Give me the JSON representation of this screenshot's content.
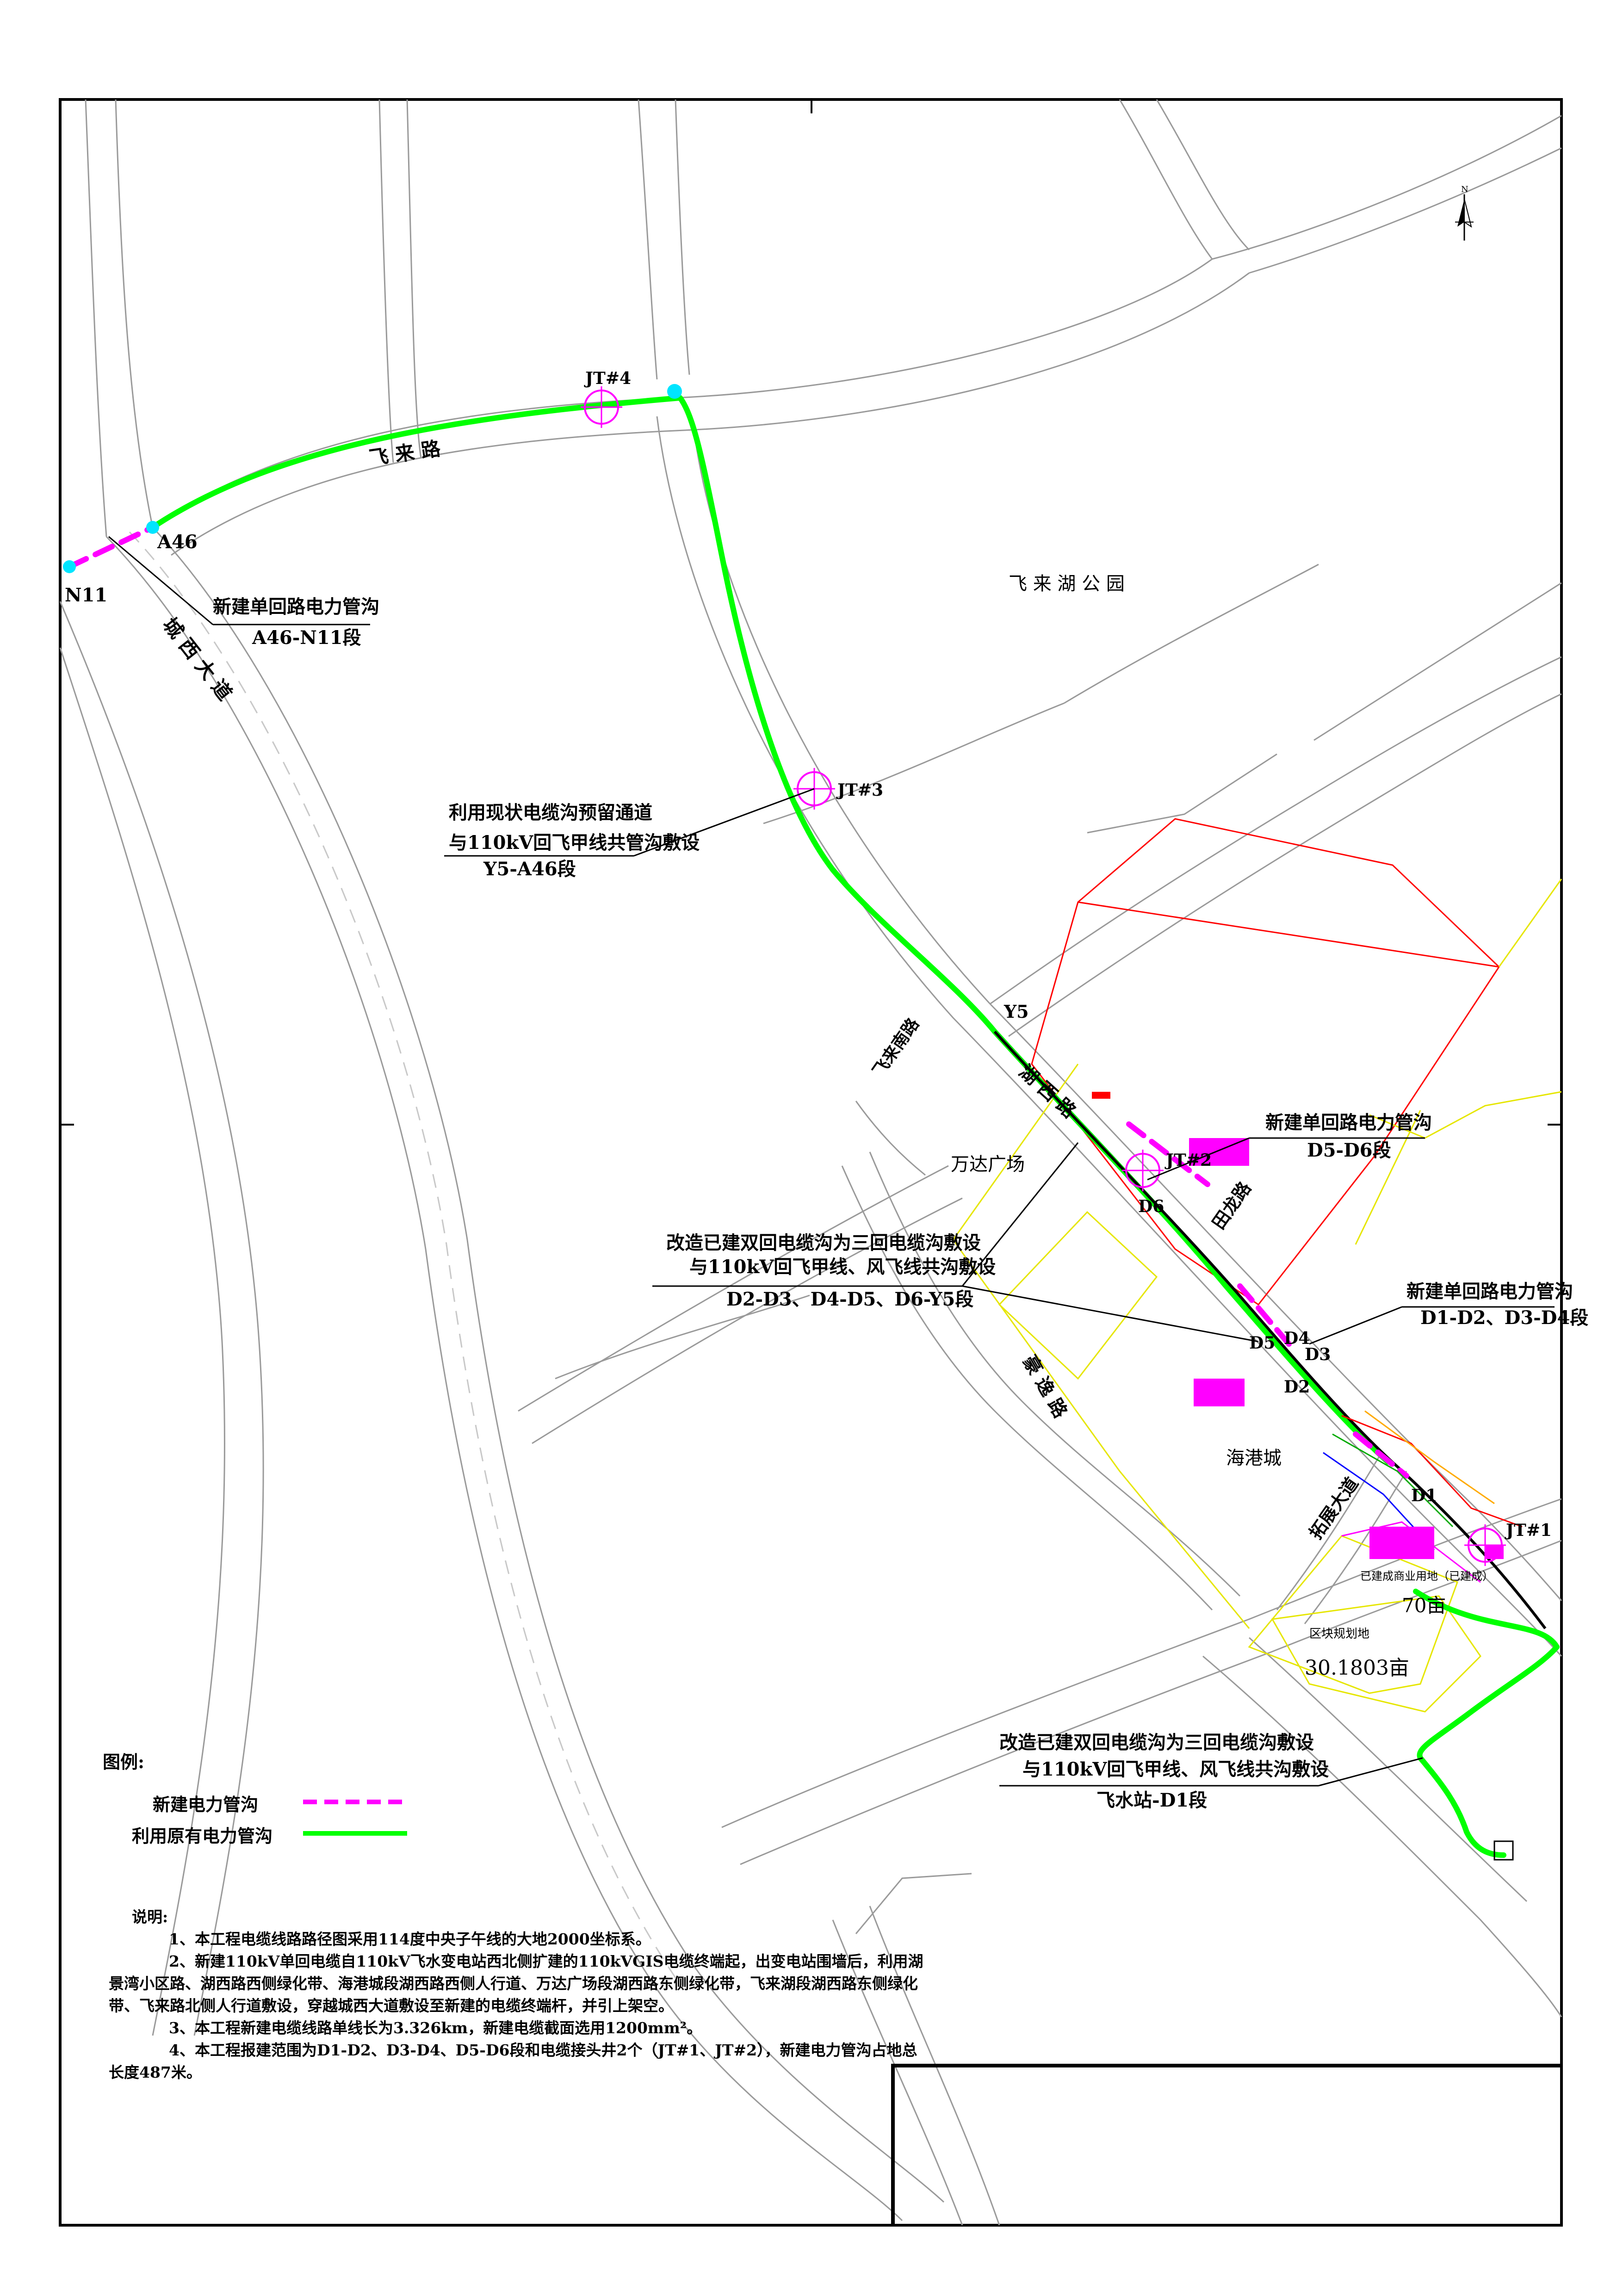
{
  "map": {
    "places": {
      "feilai_road": "飞 来 路",
      "chengxi_avenue": "城 西 大 道",
      "feilai_lake_park": "飞 来 湖 公 园",
      "feilai_south_road": "飞来南路",
      "huxi_road": "湖 西 路",
      "tianlong_road": "田龙路",
      "haoyi_road": "豪 逸 路",
      "tuozhan_avenue": "拓展大道",
      "wanda_plaza": "万达广场",
      "haigang_city": "海港城",
      "plot_70mu": "70亩",
      "plot_land_label": "区块规划地",
      "plot_30mu": "30.1803亩",
      "plot_yellow_label": "已建成商业用地（已建成）"
    },
    "nodes": {
      "n11": "N11",
      "a46": "A46",
      "jt4": "JT#4",
      "jt3": "JT#3",
      "y5": "Y5",
      "jt2": "JT#2",
      "d6": "D6",
      "d5": "D5",
      "d4": "D4",
      "d3": "D3",
      "d2": "D2",
      "d1": "D1",
      "jt1": "JT#1"
    },
    "callouts": {
      "c1_line1": "新建单回路电力管沟",
      "c1_line2": "A46-N11段",
      "c2_line1": "利用现状电缆沟预留通道",
      "c2_line2": "与110kV回飞甲线共管沟敷设",
      "c2_line3": "Y5-A46段",
      "c3_line1": "新建单回路电力管沟",
      "c3_line2": "D5-D6段",
      "c4_line1": "改造已建双回电缆沟为三回电缆沟敷设",
      "c4_line2": "与110kV回飞甲线、风飞线共沟敷设",
      "c4_line3": "D2-D3、D4-D5、D6-Y5段",
      "c5_line1": "新建单回路电力管沟",
      "c5_line2": "D1-D2、D3-D4段",
      "c6_line1": "改造已建双回电缆沟为三回电缆沟敷设",
      "c6_line2": "与110kV回飞甲线、风飞线共沟敷设",
      "c6_line3": "飞水站-D1段"
    },
    "north_arrow": "N",
    "colors": {
      "new_duct": "#ff00ff",
      "existing_duct": "#00ff00",
      "road": "#8c8c8c",
      "plot_red": "#ff0000",
      "plot_yellow": "#e6e600",
      "node": "#00e5ff"
    }
  },
  "legend": {
    "title": "图例:",
    "new_duct": "新建电力管沟",
    "existing_duct": "利用原有电力管沟"
  },
  "notes": {
    "title": "说明:",
    "n1": "1、本工程电缆线路路径图采用114度中央子午线的大地2000坐标系。",
    "n2": "2、新建110kV单回电缆自110kV飞水变电站西北侧扩建的110kVGIS电缆终端起，出变电站围墙后，利用湖景湾小区路、湖西路西侧绿化带、海港城段湖西路西侧人行道、万达广场段湖西路东侧绿化带，飞来湖段湖西路东侧绿化带、飞来路北侧人行道敷设，穿越城西大道敷设至新建的电缆终端杆，并引上架空。",
    "n3": "3、本工程新建电缆线路单线长为3.326km，新建电缆截面选用1200mm²。",
    "n4": "4、本工程报建范围为D1-D2、D3-D4、D5-D6段和电缆接头井2个（JT#1、JT#2），新建电力管沟占地总长度487米。"
  }
}
